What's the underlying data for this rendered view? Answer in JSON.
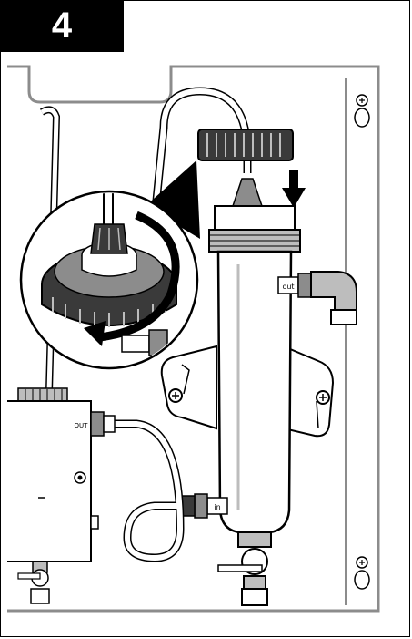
{
  "step": {
    "number": "4"
  },
  "labels": {
    "out_port_tag": "out",
    "in_port_tag": "in",
    "controller_out": "OUT"
  },
  "colors": {
    "outline": "#000000",
    "fill_light": "#ffffff",
    "fill_gray": "#bdbdbd",
    "fill_mid": "#8c8c8c",
    "fill_dark": "#3a3a3a"
  },
  "icons": [
    "down-arrow-icon",
    "rotate-arrow-icon",
    "screw-icon",
    "keyhole-icon"
  ]
}
